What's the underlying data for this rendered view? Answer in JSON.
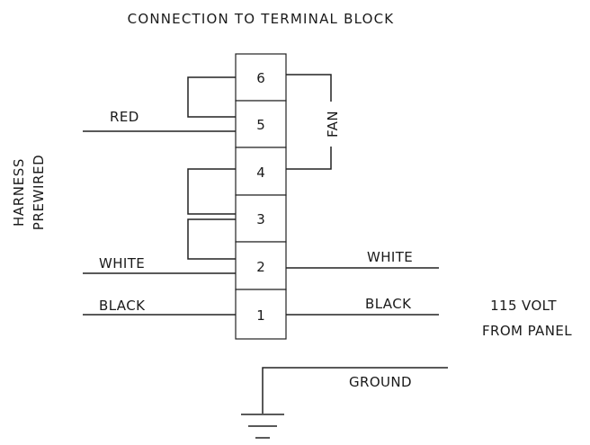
{
  "title": "CONNECTION TO TERMINAL BLOCK",
  "terminals": [
    "6",
    "5",
    "4",
    "3",
    "2",
    "1"
  ],
  "labels": {
    "red": "RED",
    "white_left": "WHITE",
    "black_left": "BLACK",
    "white_right": "WHITE",
    "black_right": "BLACK",
    "fan": "FAN",
    "ground": "GROUND",
    "harness_line1": "HARNESS",
    "harness_line2": "PREWIRED",
    "supply_line1": "115 VOLT",
    "supply_line2": "FROM PANEL"
  },
  "colors": {
    "line": "#222222",
    "text": "#1a1a1a",
    "background": "#ffffff"
  }
}
